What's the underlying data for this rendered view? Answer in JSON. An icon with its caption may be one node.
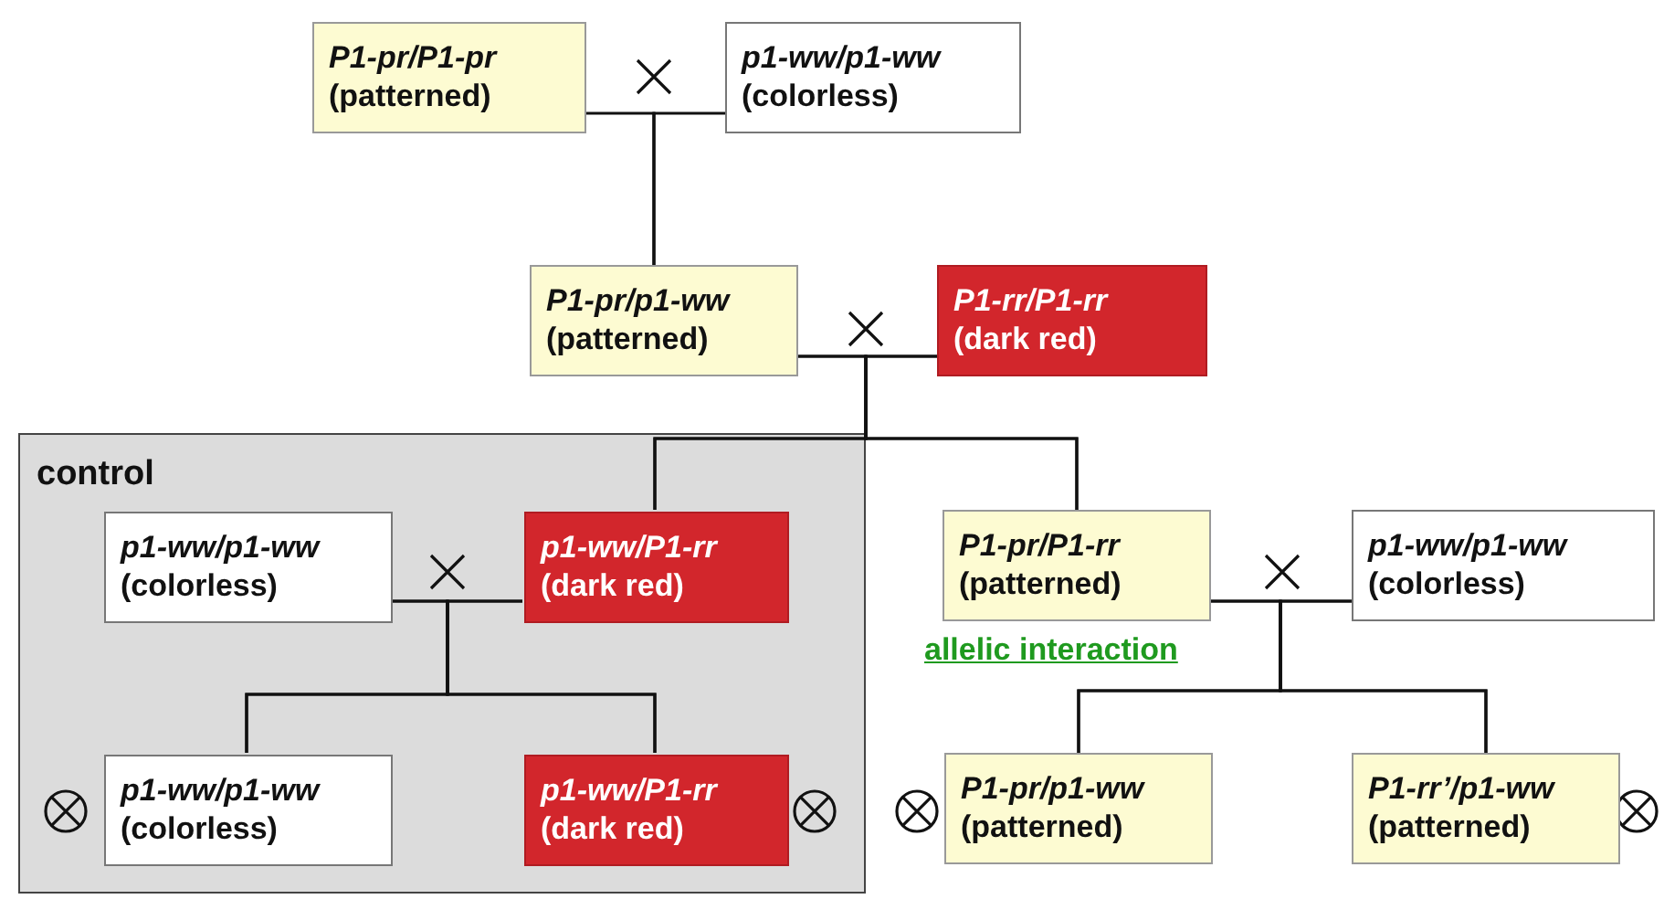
{
  "diagram": {
    "nodes": [
      {
        "text": [
          "P1-pr/P1-pr",
          "(patterned)"
        ]
      },
      {
        "text": [
          "p1-ww/p1-ww",
          "(colorless)"
        ]
      },
      {
        "text": [
          "P1-pr/p1-ww",
          "(patterned)"
        ]
      },
      {
        "text": [
          "P1-rr/P1-rr",
          "(dark red)"
        ]
      },
      {
        "text": [
          "control"
        ]
      },
      {
        "text": [
          "p1-ww/p1-ww",
          "(colorless)"
        ],
        "in": 4
      },
      {
        "text": [
          "p1-ww/P1-rr",
          "(dark red)"
        ],
        "in": 4
      },
      {
        "text": [
          "P1-pr/P1-rr",
          "(patterned)"
        ],
        "beside": [
          "allelic interaction"
        ]
      },
      {
        "text": [
          "p1-ww/p1-ww",
          "(colorless)"
        ]
      },
      {
        "text": [
          "p1-ww/p1-ww",
          "(colorless)"
        ],
        "in": 4
      },
      {
        "text": [
          "p1-ww/P1-rr",
          "(dark red)"
        ],
        "in": 4
      },
      {
        "text": [
          "P1-pr/p1-ww",
          "(patterned)"
        ]
      },
      {
        "text": [
          "P1-rr’/p1-ww",
          "(patterned)"
        ]
      }
    ],
    "edges": [
      {
        "from": 0,
        "to": 2,
        "arrow": "none"
      },
      {
        "from": 1,
        "to": 2,
        "arrow": "none"
      },
      {
        "from": 2,
        "to": 6,
        "arrow": "none"
      },
      {
        "from": 3,
        "to": 6,
        "arrow": "none"
      },
      {
        "from": 2,
        "to": 7,
        "arrow": "none"
      },
      {
        "from": 3,
        "to": 7,
        "arrow": "none"
      },
      {
        "from": 5,
        "to": 9,
        "arrow": "none"
      },
      {
        "from": 5,
        "to": 10,
        "arrow": "none"
      },
      {
        "from": 6,
        "to": 9,
        "arrow": "none"
      },
      {
        "from": 6,
        "to": 10,
        "arrow": "none"
      },
      {
        "from": 7,
        "to": 11,
        "arrow": "none"
      },
      {
        "from": 7,
        "to": 12,
        "arrow": "none"
      },
      {
        "from": 8,
        "to": 11,
        "arrow": "none"
      },
      {
        "from": 8,
        "to": 12,
        "arrow": "none"
      }
    ]
  }
}
